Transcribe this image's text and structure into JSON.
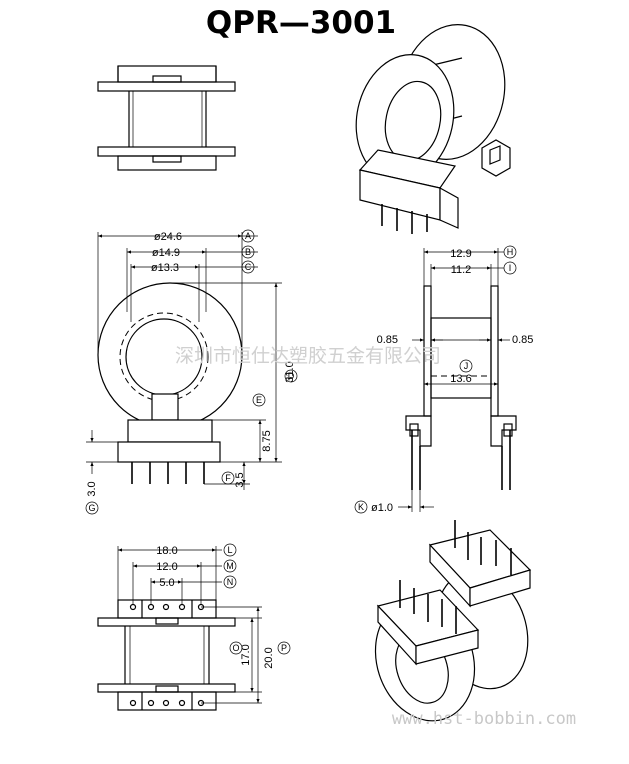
{
  "title": "QPR—3001",
  "watermark": "深圳市恒仕达塑胶五金有限公司",
  "url": "www.hst-bobbin.com",
  "front_view": {
    "dims": {
      "A": "ø24.6",
      "B": "ø14.9",
      "C": "ø13.3",
      "D": "31.0",
      "E": "8.75",
      "F": "3.5",
      "G": "3.0"
    },
    "letters": {
      "A": "A",
      "B": "B",
      "C": "C",
      "D": "D",
      "E": "E",
      "F": "F",
      "G": "G"
    }
  },
  "side_view": {
    "dims": {
      "H": "12.9",
      "I": "11.2",
      "J": "13.6",
      "K": "ø1.0",
      "flange_left": "0.85",
      "flange_right": "0.85"
    },
    "letters": {
      "H": "H",
      "I": "I",
      "J": "J",
      "K": "K"
    }
  },
  "bottom_view": {
    "dims": {
      "L": "18.0",
      "M": "12.0",
      "N": "5.0",
      "O": "17.0",
      "P": "20.0"
    },
    "letters": {
      "L": "L",
      "M": "M",
      "N": "N",
      "O": "O",
      "P": "P"
    }
  }
}
